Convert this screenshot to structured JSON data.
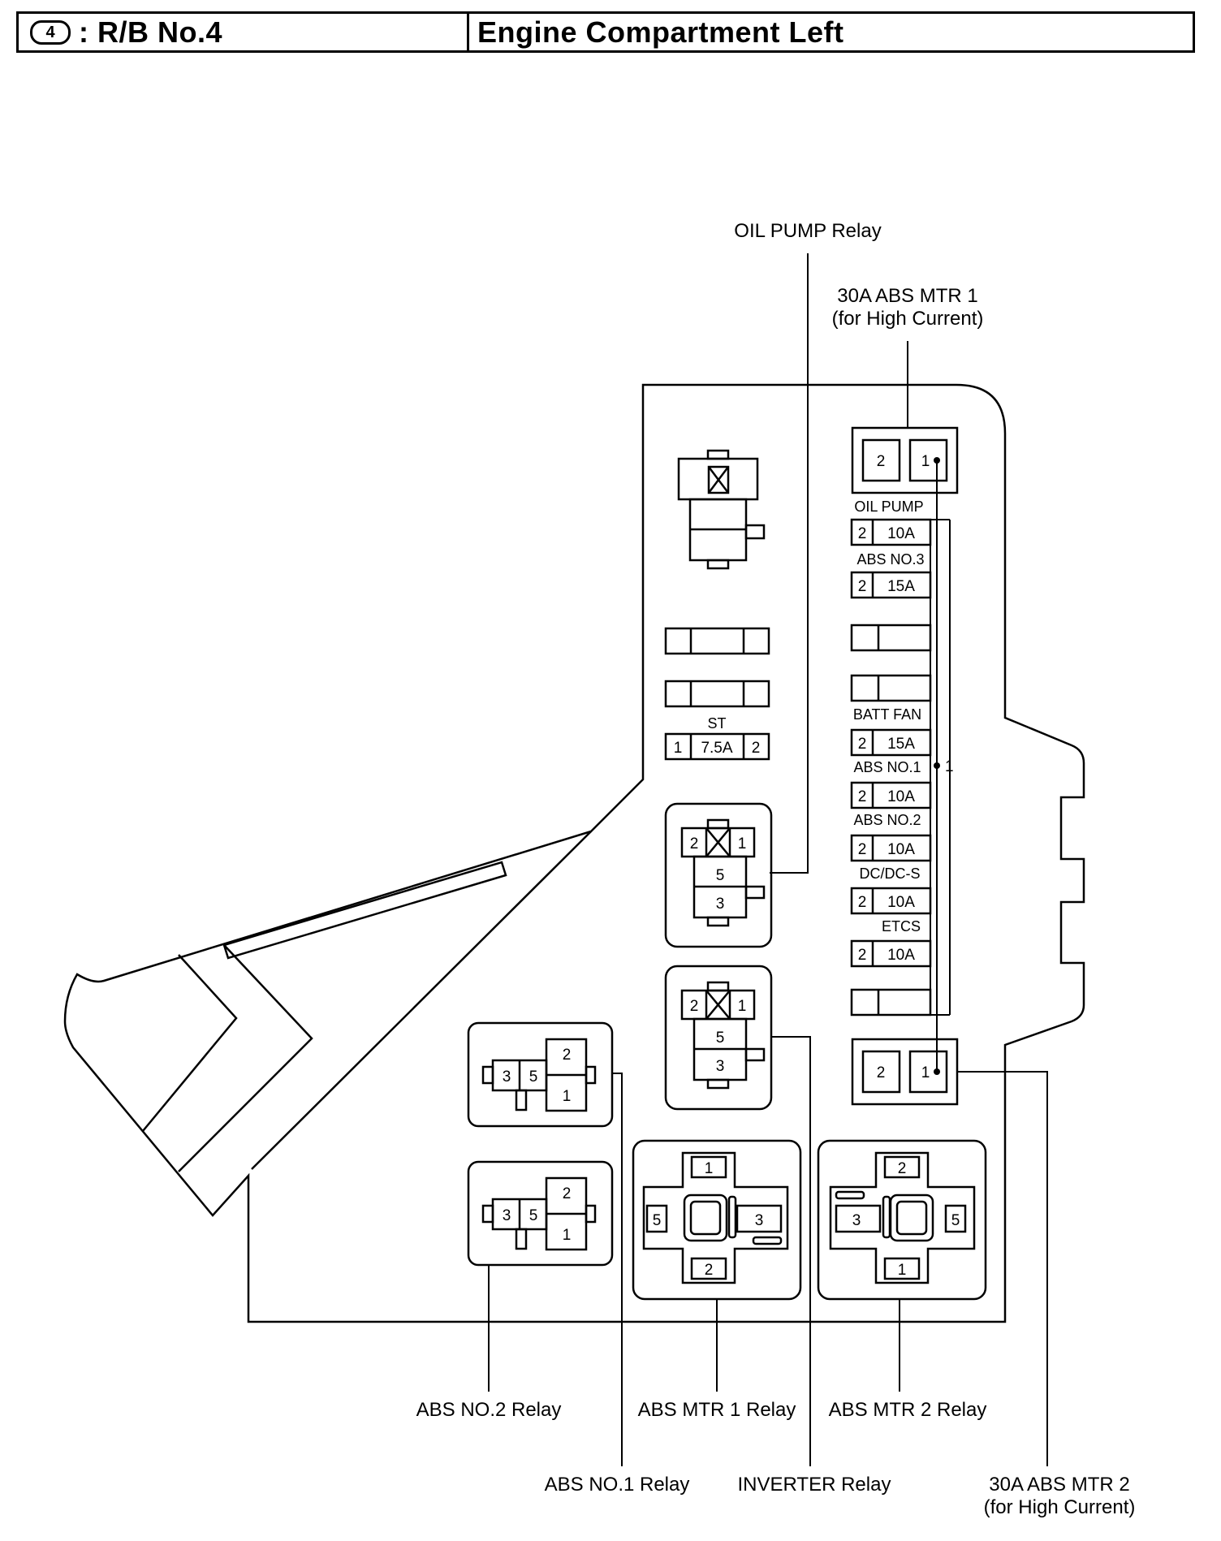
{
  "header": {
    "badge": "4",
    "title_left": ": R/B No.4",
    "title_right": "Engine Compartment Left"
  },
  "callouts": {
    "oil_pump_relay": "OIL PUMP Relay",
    "abs_mtr1_fuse_line1": "30A ABS MTR 1",
    "abs_mtr1_fuse_line2": "(for High Current)",
    "abs_no2_relay": "ABS NO.2 Relay",
    "abs_mtr1_relay": "ABS MTR 1 Relay",
    "abs_mtr2_relay": "ABS MTR 2 Relay",
    "abs_no1_relay": "ABS NO.1 Relay",
    "inverter_relay": "INVERTER Relay",
    "abs_mtr2_fuse_line1": "30A ABS MTR 2",
    "abs_mtr2_fuse_line2": "(for High Current)"
  },
  "fuses": {
    "st": {
      "name": "ST",
      "pin_left": "1",
      "rating": "7.5A",
      "pin_right": "2"
    },
    "oil_pump": {
      "name": "OIL PUMP",
      "pin": "2",
      "rating": "10A"
    },
    "abs_no3": {
      "name": "ABS NO.3",
      "pin": "2",
      "rating": "15A"
    },
    "batt_fan": {
      "name": "BATT FAN",
      "pin": "2",
      "rating": "15A"
    },
    "abs_no1": {
      "name": "ABS NO.1",
      "pin": "2",
      "rating": "10A"
    },
    "abs_no2": {
      "name": "ABS NO.2",
      "pin": "2",
      "rating": "10A"
    },
    "dcdc_s": {
      "name": "DC/DC-S",
      "pin": "2",
      "rating": "10A"
    },
    "etcs": {
      "name": "ETCS",
      "pin": "2",
      "rating": "10A"
    }
  },
  "bus_label": "1",
  "mtr1_fuse_pins": {
    "a": "2",
    "b": "1"
  },
  "mtr2_fuse_pins": {
    "a": "2",
    "b": "1"
  },
  "oil_pump_relay_pins": {
    "p2": "2",
    "p1": "1",
    "p5": "5",
    "p3": "3"
  },
  "inverter_relay_pins": {
    "p2": "2",
    "p1": "1",
    "p5": "5",
    "p3": "3"
  },
  "abs_no1_relay_pins": {
    "p3": "3",
    "p5": "5",
    "p2": "2",
    "p1": "1"
  },
  "abs_no2_relay_pins": {
    "p3": "3",
    "p5": "5",
    "p2": "2",
    "p1": "1"
  },
  "abs_mtr1_relay_pins": {
    "top": "1",
    "left": "5",
    "right": "3",
    "bottom": "2"
  },
  "abs_mtr2_relay_pins": {
    "top": "2",
    "left": "3",
    "right": "5",
    "bottom": "1"
  }
}
